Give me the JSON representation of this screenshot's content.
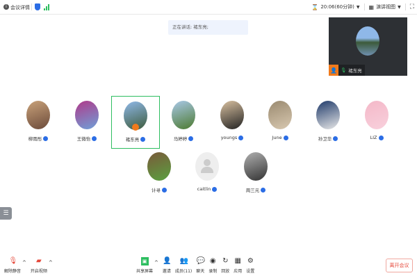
{
  "topbar": {
    "meeting_details": "会议详情",
    "timer": "20:06(60分钟)",
    "view_mode": "演讲视图"
  },
  "speaking": "正在讲话: 褚东亮;",
  "active_video": {
    "name": "褚东亮"
  },
  "participants": [
    {
      "name": "柳雨彤",
      "colors": [
        "#c9a27a",
        "#6b4a3a"
      ]
    },
    {
      "name": "王微怡",
      "colors": [
        "#b03a8a",
        "#6fa0d8"
      ]
    },
    {
      "name": "褚东亮",
      "colors": [
        "#8fb8e8",
        "#3c5a3a"
      ],
      "host": true,
      "selected": true
    },
    {
      "name": "马婷婷",
      "colors": [
        "#a9c8e8",
        "#4c7a30"
      ]
    },
    {
      "name": "youngs",
      "colors": [
        "#d8c0a0",
        "#222"
      ]
    },
    {
      "name": "June",
      "colors": [
        "#9a8a70",
        "#d8c8b0"
      ]
    },
    {
      "name": "孙卫华",
      "colors": [
        "#1f3a6a",
        "#e8e8e8"
      ]
    },
    {
      "name": "LIZ",
      "colors": [
        "#f4b8c8",
        "#f8d0dc"
      ]
    },
    {
      "name": "计寻",
      "colors": [
        "#7a5a3a",
        "#5aa040"
      ]
    },
    {
      "name": "caitlin",
      "colors": [
        "#eeeeee",
        "#eeeeee"
      ],
      "placeholder": true
    },
    {
      "name": "周三元",
      "colors": [
        "#b0b0b0",
        "#333"
      ]
    }
  ],
  "toolbar": {
    "unmute": "解除静音",
    "start_video": "开启视频",
    "share": "共享屏幕",
    "invite": "邀请",
    "members": "成员(11)",
    "chat": "聊天",
    "record": "录制",
    "replay": "回放",
    "apps": "应用",
    "settings": "设置",
    "leave": "离开会议"
  }
}
